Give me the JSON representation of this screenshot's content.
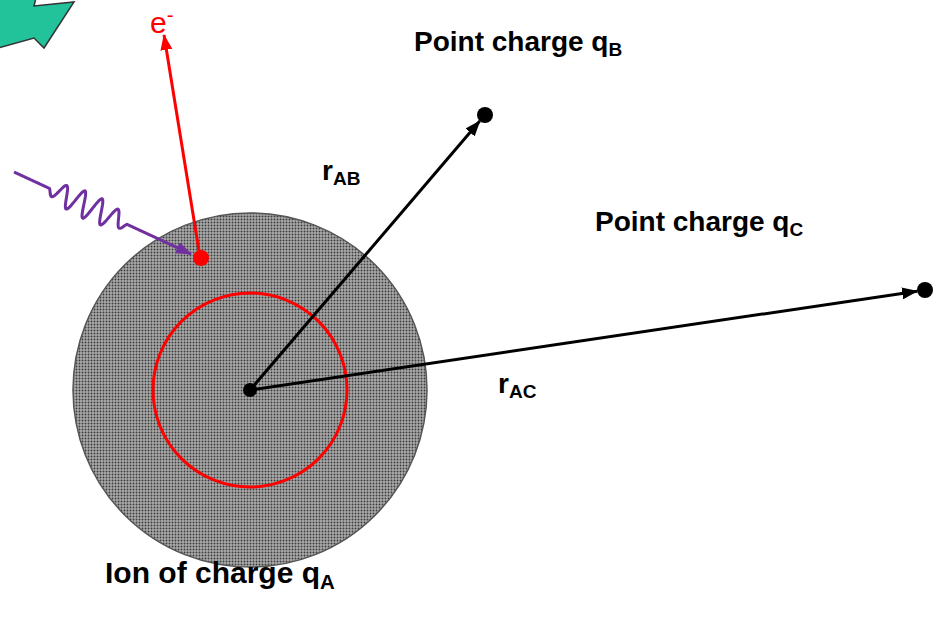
{
  "diagram": {
    "nodes": [
      {
        "text": [
          "Ion of charge qA"
        ]
      },
      {
        "text": [
          "Point charge qB"
        ]
      },
      {
        "text": [
          "Point charge qC"
        ]
      }
    ],
    "edges": [
      {
        "from": 0,
        "to": 1,
        "arrow": "to",
        "label": "rAB"
      },
      {
        "from": 0,
        "to": 2,
        "arrow": "to",
        "label": "rAC"
      }
    ],
    "labels": [
      "e-"
    ]
  }
}
